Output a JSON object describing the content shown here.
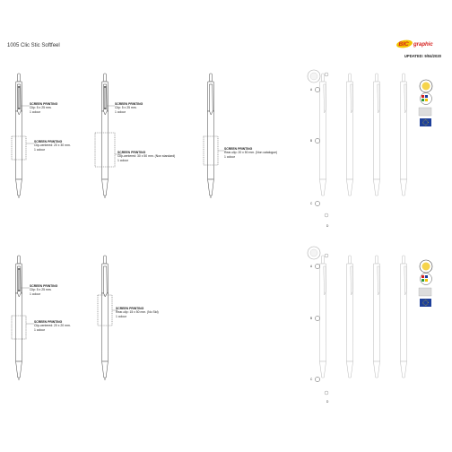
{
  "title": "1005 Clic Stic Softfeel",
  "brand": {
    "logo_text": "BIC graphic",
    "red": "#d6201e",
    "yellow": "#f2c200"
  },
  "updated": "UPDATED: 9/04/2020",
  "row1": {
    "pen1": {
      "clip_heading": "SCREEN PRINTING",
      "clip_size": "Clip: 5 x 25 mm.",
      "clip_colour": "1 colour",
      "barrel_heading": "SCREEN PRINTING",
      "barrel_size": "Clip-centered: 20 x 30 mm.",
      "barrel_colour": "1 colour"
    },
    "pen2": {
      "clip_heading": "SCREEN PRINTING",
      "clip_size": "Clip: 5 x 25 mm.",
      "clip_colour": "1 colour",
      "barrel_heading": "SCREEN PRINTING",
      "barrel_size": "Clip-centered: 30 x 50 mm. (Non standard)",
      "barrel_colour": "1 colour"
    },
    "pen3": {
      "heading": "SCREEN PRINTING",
      "size": "Rear-clip: 20 x 50 mm. (Non catalogue)",
      "colour": "1 colour"
    }
  },
  "row2": {
    "pen1": {
      "clip_heading": "SCREEN PRINTING",
      "clip_size": "Clip: 5 x 25 mm.",
      "clip_colour": "1 colour",
      "barrel_heading": "SCREEN PRINTING",
      "barrel_size": "Clip-centered: 20 x 20 mm.",
      "barrel_colour": "1 colour"
    },
    "pen2": {
      "heading": "SCREEN PRINTING",
      "size": "Rear-clip: 15 x 50 mm. (No Std)",
      "colour": "1 colour"
    }
  },
  "markers": {
    "a": "A",
    "b": "B",
    "c": "C",
    "d": "D"
  },
  "colors": {
    "eu_blue": "#1d3f9a",
    "eu_star": "#f5d400",
    "line": "#444444"
  }
}
